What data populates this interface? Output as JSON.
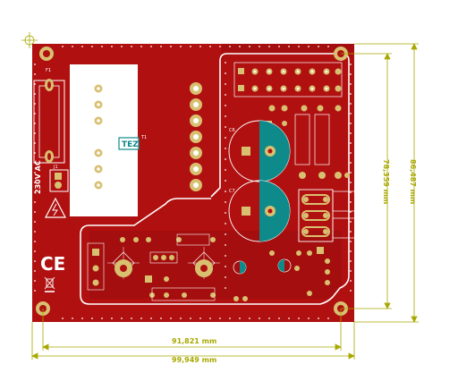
{
  "board": {
    "substrate_color": "#b01010",
    "copper_fill_color": "#8c0a0a",
    "pad_color": "#d8c070",
    "teal_color": "#0f8a8a",
    "silk_color": "#ffffff",
    "dimension_color": "#a8a800"
  },
  "dimensions": {
    "width_inner": "91,821 mm",
    "width_outer": "99,949 mm",
    "height_inner": "78,359 mm",
    "height_outer": "86,487 mm"
  },
  "labels": {
    "fuse": "F1",
    "transformer_badge": "TEZ",
    "transformer_ref": "T1",
    "voltage": "230V AC",
    "connector_j1": "J1",
    "cap_c6": "C6",
    "cap_c7": "C7",
    "ce_mark": "CE"
  },
  "icons": {
    "warning": "high-voltage-warning-icon",
    "ce": "ce-mark-icon",
    "weee": "weee-bin-icon",
    "crosshair": "origin-crosshair-icon"
  }
}
